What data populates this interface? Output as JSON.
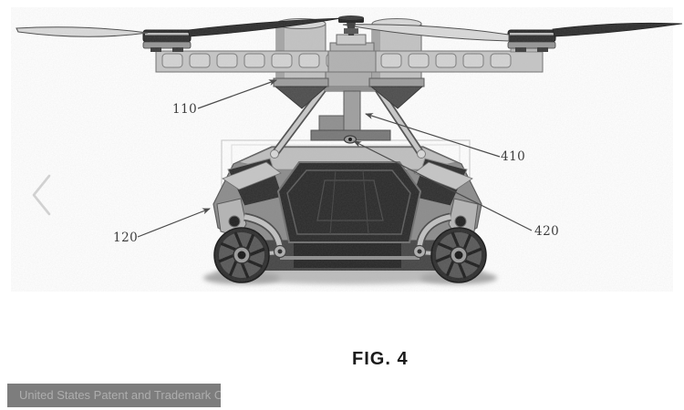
{
  "figure": {
    "caption": "FIG. 4",
    "reference_labels": [
      {
        "number": "110",
        "target": "rotor-pod-left"
      },
      {
        "number": "410",
        "target": "mast-column"
      },
      {
        "number": "120",
        "target": "vehicle-front-corner"
      },
      {
        "number": "420",
        "target": "roof-coupling"
      }
    ]
  },
  "footer_badge": {
    "text": "United States Patent and Trademark Office",
    "background_color": "#7d7d7d",
    "text_color": "#aeaeae"
  },
  "carousel": {
    "prev_icon": "chevron-left",
    "prev_icon_color": "#d4d4d4"
  },
  "drawing_colors": {
    "ink_dark": "#2a2a2a",
    "ink_mid": "#8c8c8c",
    "ink_light": "#c6c6c6",
    "leader_line": "#4b4b4b",
    "background": "#ffffff"
  }
}
